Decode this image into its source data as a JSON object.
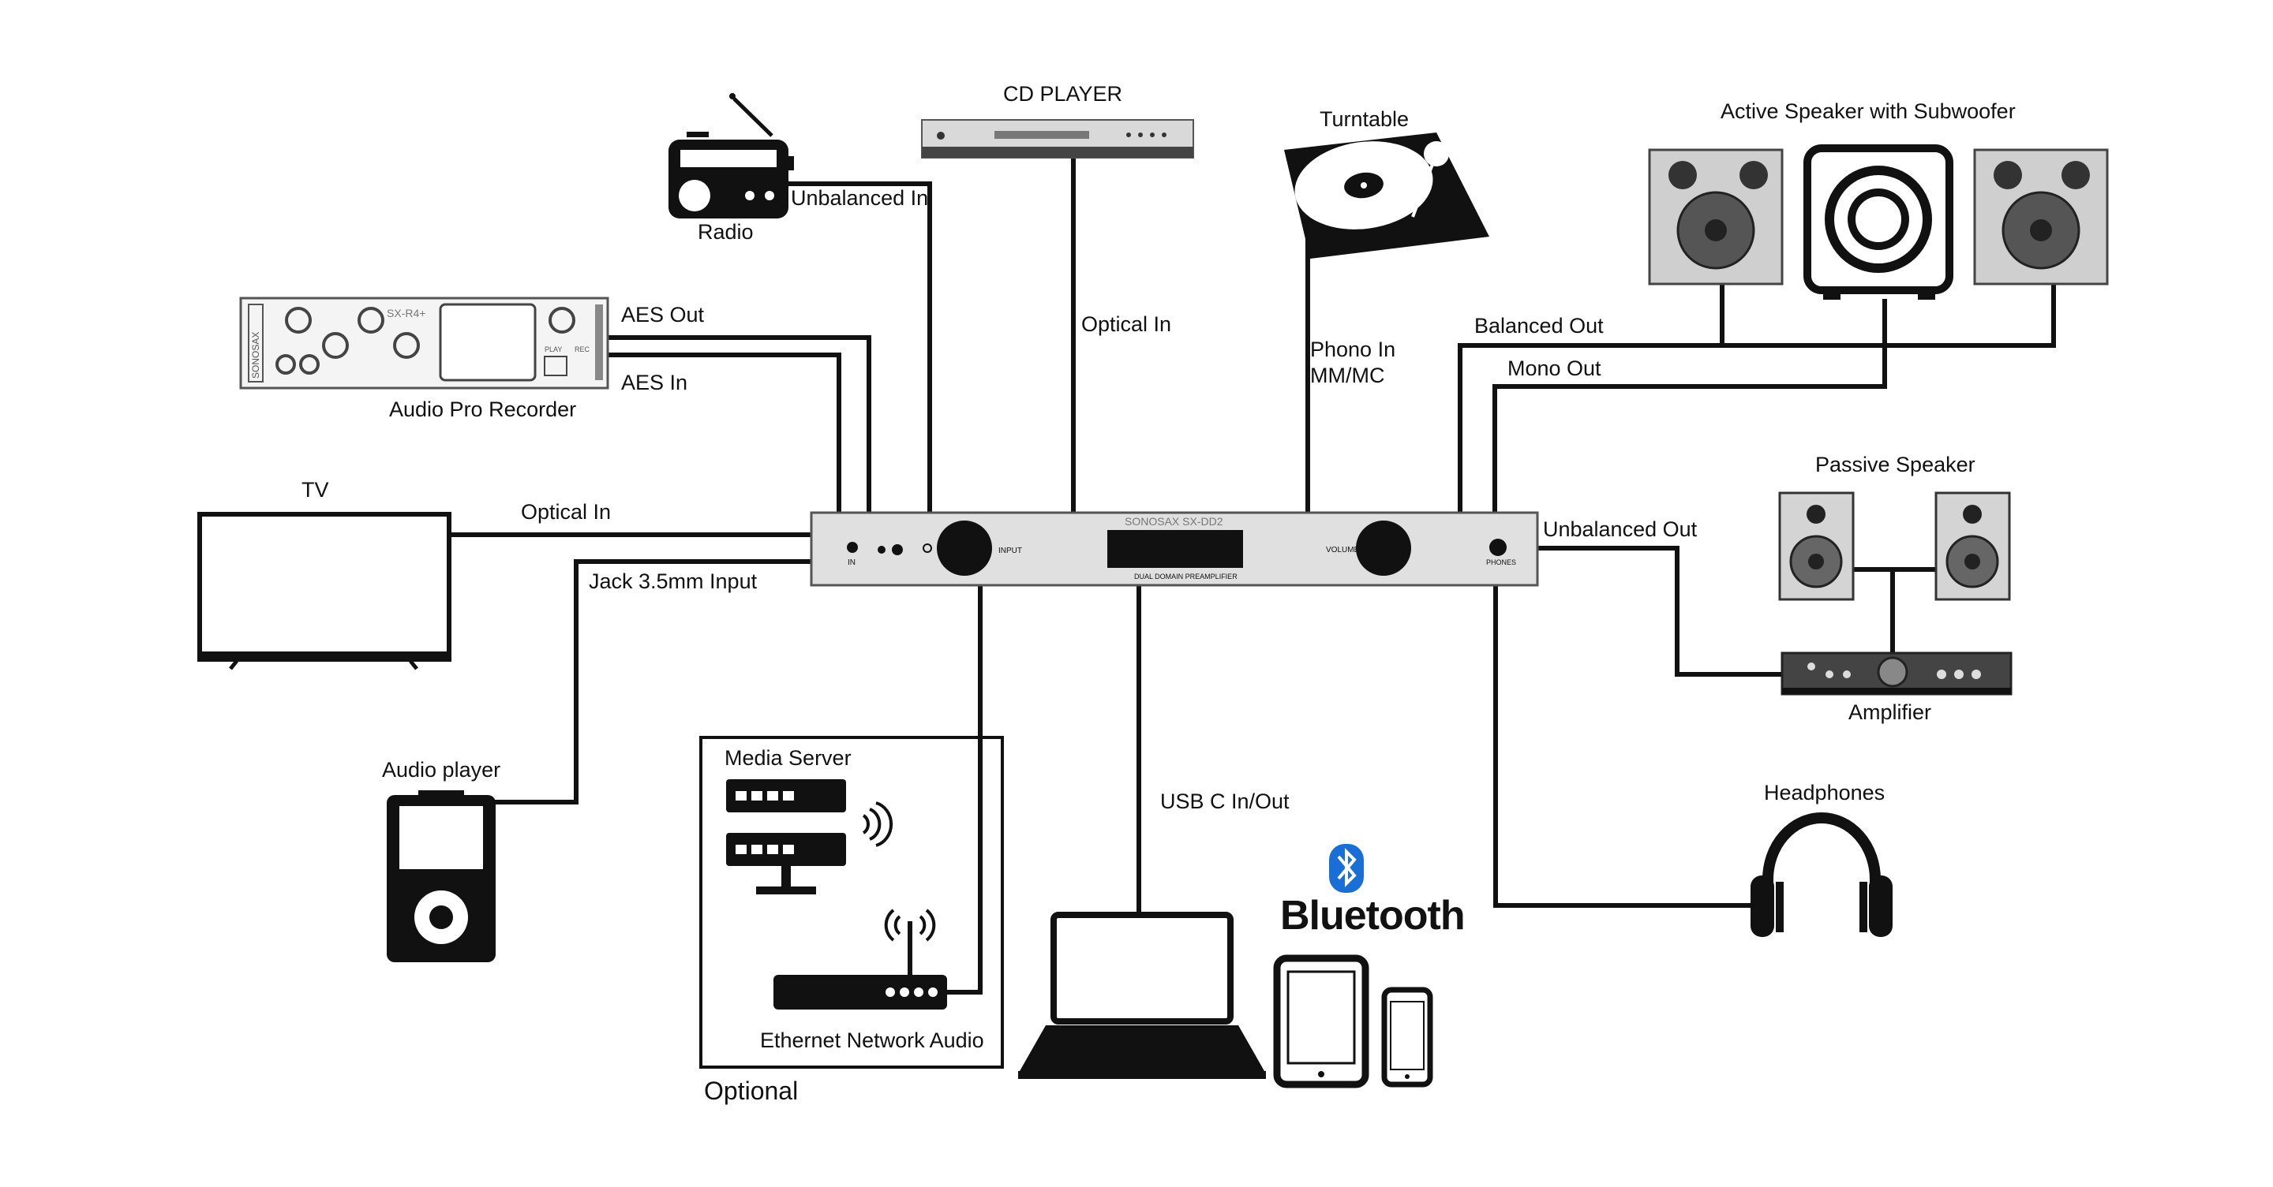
{
  "devices": {
    "radio": "Radio",
    "cd_player": "CD PLAYER",
    "turntable": "Turntable",
    "active_speaker": "Active Speaker with Subwoofer",
    "recorder": "Audio Pro Recorder",
    "tv": "TV",
    "passive_speaker": "Passive Speaker",
    "amplifier": "Amplifier",
    "audio_player": "Audio player",
    "media_server": "Media Server",
    "ethernet": "Ethernet Network Audio",
    "optional": "Optional",
    "headphones": "Headphones",
    "bluetooth": "Bluetooth"
  },
  "connections": {
    "unbalanced_in": "Unbalanced In",
    "optical_in_cd": "Optical In",
    "phono_in_line1": "Phono In",
    "phono_in_line2": "MM/MC",
    "balanced_out": "Balanced Out",
    "mono_out": "Mono Out",
    "aes_out": "AES Out",
    "aes_in": "AES In",
    "optical_in_tv": "Optical In",
    "jack_input": "Jack 3.5mm Input",
    "unbalanced_out": "Unbalanced Out",
    "usb": "USB C In/Out"
  },
  "preamp": {
    "brand": "SONOSAX SX-DD2",
    "subtitle": "DUAL DOMAIN PREAMPLIFIER",
    "input_label": "INPUT",
    "volume_label": "VOLUME",
    "phones_label": "PHONES",
    "in_label": "IN"
  },
  "recorder_panel": {
    "brand": "SONOSAX",
    "model": "SX-R4+",
    "play_label": "PLAY",
    "rec_label": "REC"
  },
  "colors": {
    "line": "#111111",
    "bluetooth_blue": "#1a6fd6",
    "device_fill": "#d9d9d9"
  }
}
